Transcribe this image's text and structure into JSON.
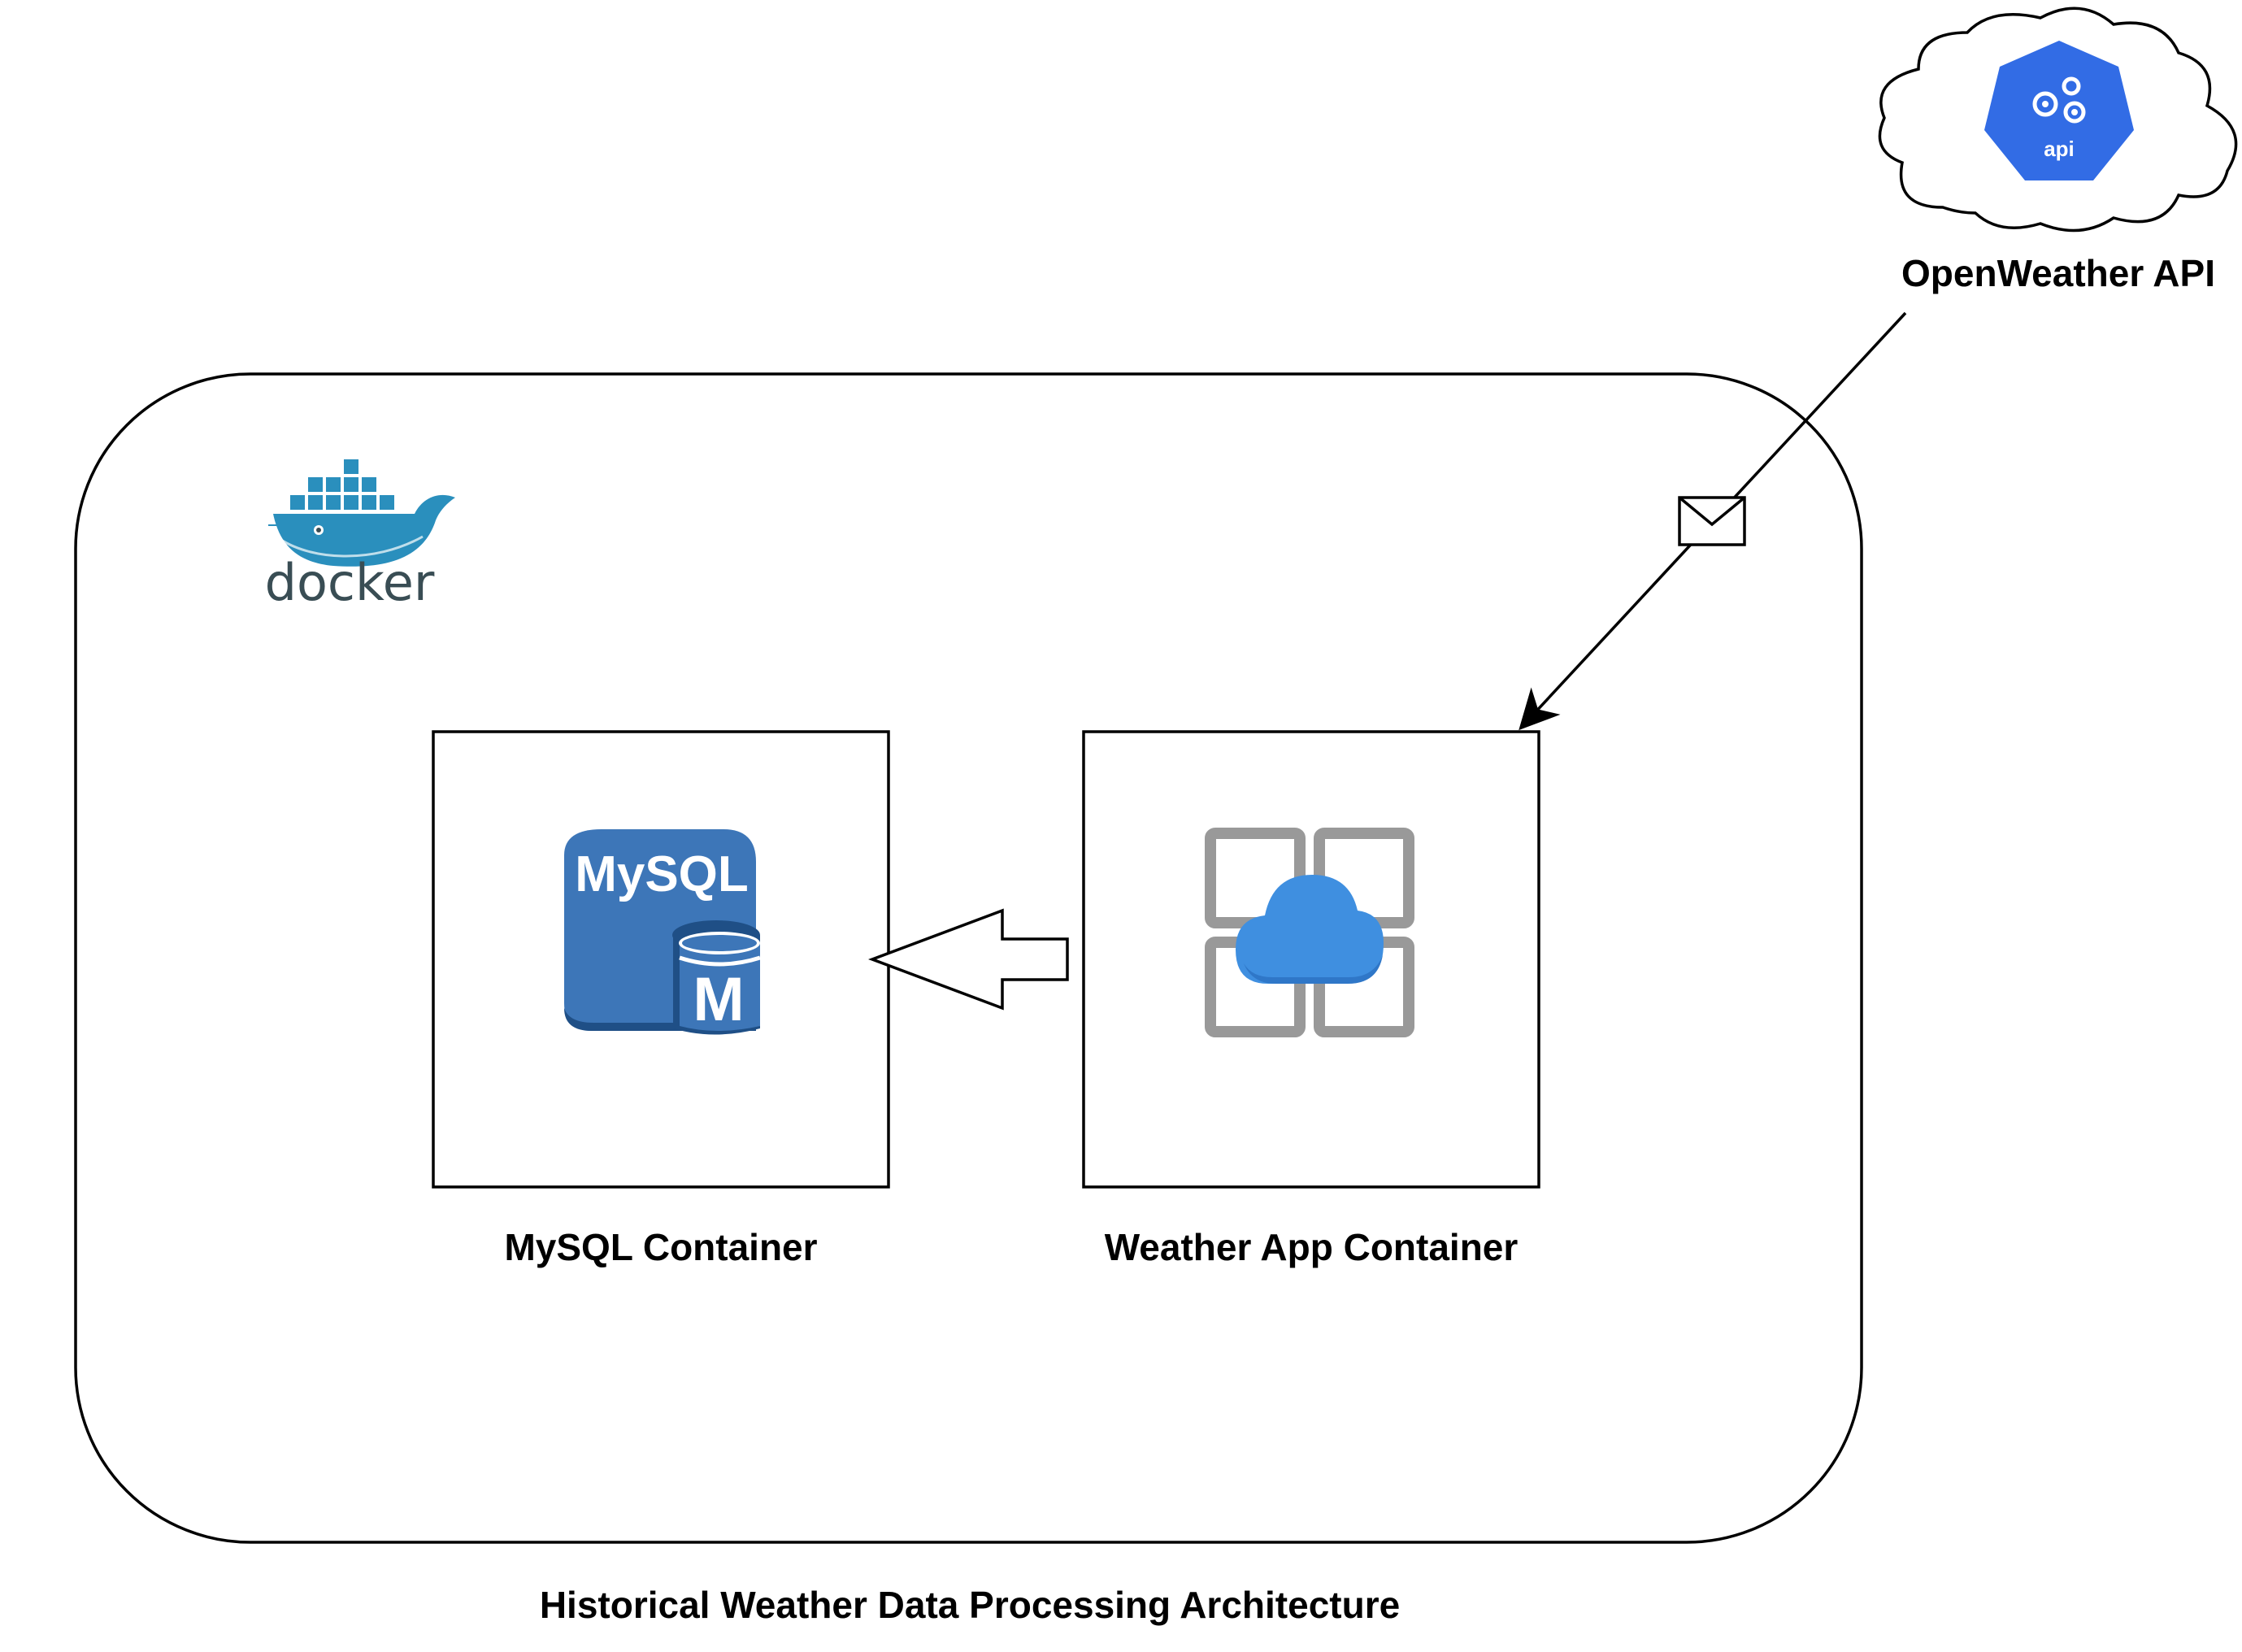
{
  "diagram": {
    "title": "Historical Weather Data Processing Architecture",
    "docker_logo_text": "docker",
    "mysql_container": {
      "label": "MySQL Container",
      "icon_text": "MySQL",
      "icon_letter": "M"
    },
    "weather_container": {
      "label": "Weather App Container"
    },
    "api": {
      "label": "OpenWeather API",
      "icon_text": "api"
    }
  },
  "colors": {
    "docker_blue": "#2a8fbd",
    "docker_text": "#394d54",
    "mysql_blue": "#3d76b8",
    "cloud_blue": "#3f8fe0",
    "api_blue": "#326ce5",
    "grid_gray": "#999999"
  }
}
